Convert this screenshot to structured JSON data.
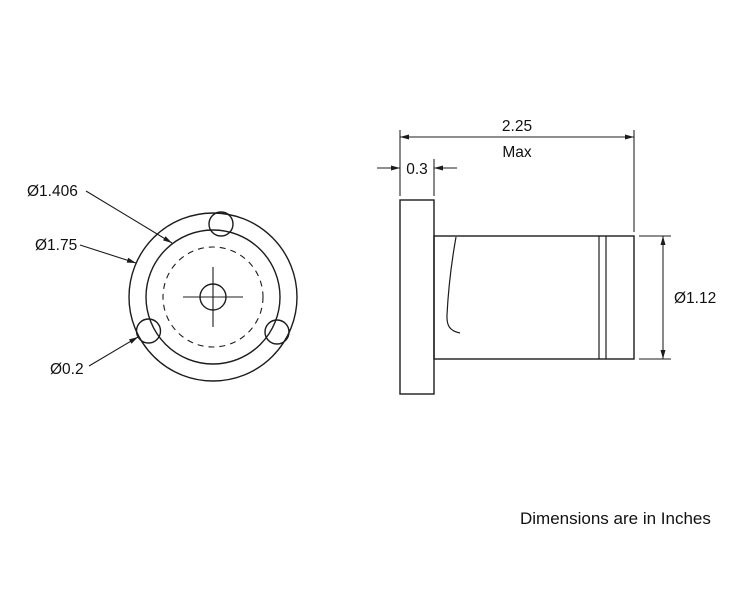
{
  "note": "Dimensions are in Inches",
  "front_view": {
    "label_bolt_circle": "Ø1.406",
    "label_outer_dia": "Ø1.75",
    "label_hole_dia": "Ø0.2"
  },
  "side_view": {
    "length_value": "2.25",
    "length_qualifier": "Max",
    "flange_thickness": "0.3",
    "body_dia": "Ø1.12"
  },
  "colors": {
    "line": "#1c1c1c",
    "background": "#ffffff"
  }
}
